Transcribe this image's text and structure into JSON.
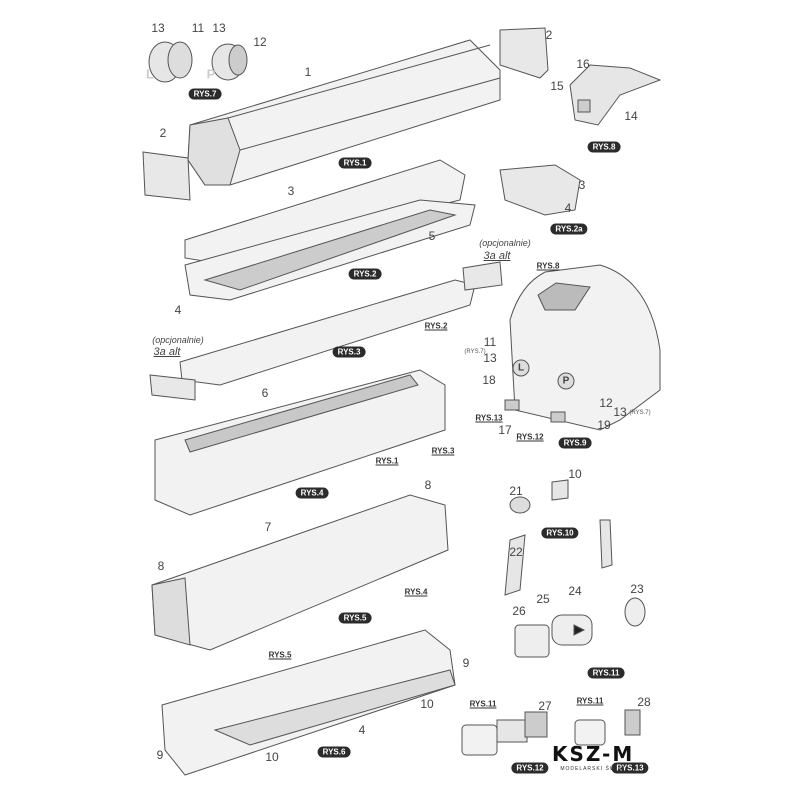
{
  "rys7": {
    "parts": [
      "13",
      "11",
      "13",
      "12"
    ],
    "left": "L",
    "right": "P",
    "badge": "RYS.7"
  },
  "rys1": {
    "part1": "1",
    "part2a": "2",
    "part2b": "2",
    "badge": "RYS.1"
  },
  "rys8": {
    "parts": [
      "16",
      "15",
      "14"
    ],
    "badge": "RYS.8"
  },
  "rys2": {
    "part3": "3",
    "part5": "5",
    "part4": "4",
    "badge": "RYS.2",
    "optional": "(opcjonalnie)",
    "alt": "3a alt"
  },
  "rys2a": {
    "part3": "3",
    "part4": "4",
    "badge": "RYS.2a"
  },
  "rys3": {
    "ref": "RYS.2",
    "badge": "RYS.3",
    "optional": "(opcjonalnie)",
    "alt": "3a alt"
  },
  "rys9": {
    "ref8": "RYS.8",
    "p11": "11",
    "ref7a": "(RYS.7)",
    "p13a": "13",
    "L": "L",
    "P": "P",
    "p18": "18",
    "ref13": "RYS.13",
    "p17": "17",
    "ref12": "RYS.12",
    "p12": "12",
    "p13b": "13",
    "ref7b": "(RYS.7)",
    "p19": "19",
    "badge": "RYS.9"
  },
  "rys4": {
    "part6": "6",
    "ref1": "RYS.1",
    "ref3": "RYS.3",
    "badge": "RYS.4"
  },
  "rys10": {
    "part10": "10",
    "part21": "21",
    "badge": "RYS.10"
  },
  "rys5": {
    "part8a": "8",
    "part7": "7",
    "part8b": "8",
    "ref4": "RYS.4",
    "badge": "RYS.5"
  },
  "rys11": {
    "part22": "22",
    "part24": "24",
    "part25": "25",
    "part23": "23",
    "part26": "26",
    "badge": "RYS.11"
  },
  "rys6": {
    "ref5": "RYS.5",
    "part9a": "9",
    "part10a": "10",
    "part4": "4",
    "part9b": "9",
    "part10b": "10",
    "badge": "RYS.6"
  },
  "rys12": {
    "ref11": "RYS.11",
    "part27": "27",
    "badge": "RYS.12"
  },
  "rys13": {
    "ref11": "RYS.11",
    "part28": "28",
    "badge": "RYS.13"
  },
  "logo": {
    "main": "KSZ-M",
    "sub": "MODELARSKI ŚWIAT"
  }
}
